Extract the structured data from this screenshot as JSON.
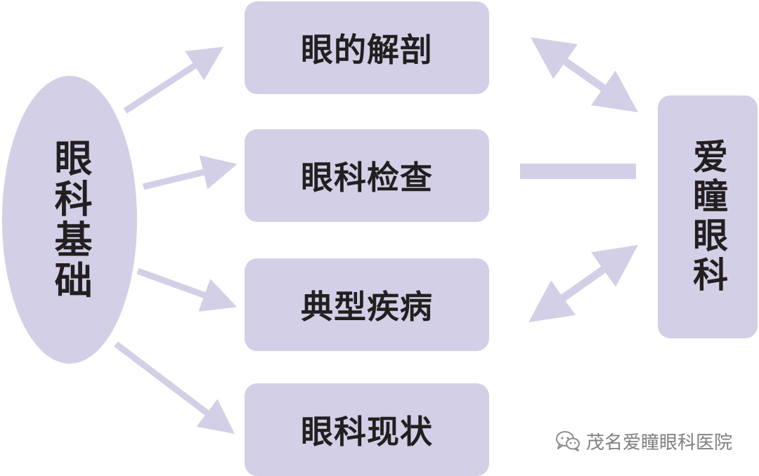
{
  "diagram": {
    "root": {
      "label": "眼科基础"
    },
    "topics": [
      {
        "label": "眼的解剖"
      },
      {
        "label": "眼科检查"
      },
      {
        "label": "典型疾病"
      },
      {
        "label": "眼科现状"
      }
    ],
    "target": {
      "label": "爱瞳眼科"
    }
  },
  "watermark": {
    "icon": "wechat-icon",
    "text": "茂名爱瞳眼科医院"
  },
  "colors": {
    "node_fill": "#d3cfe6",
    "text": "#231f20",
    "watermark": "#7f7f7f"
  }
}
